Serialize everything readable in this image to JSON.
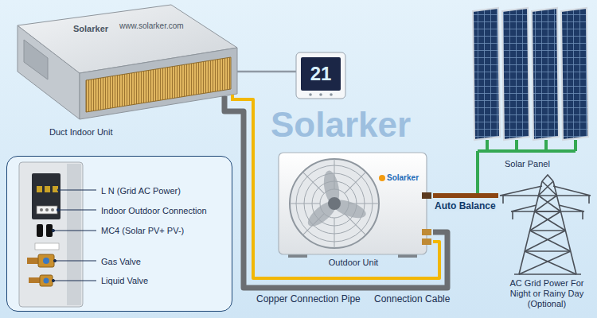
{
  "diagram": {
    "nodes": [
      {
        "text": [
          "Duct Indoor Unit"
        ]
      },
      {
        "text": [
          "21"
        ]
      },
      {
        "text": [
          "Solar Panel"
        ]
      },
      {
        "text": [
          "L N (Grid AC Power)",
          "Indoor Outdoor Connection",
          "MC4 (Solar PV+ PV-)",
          "Gas Valve",
          "Liquid Valve"
        ]
      },
      {
        "text": [
          "Outdoor Unit"
        ]
      },
      {
        "text": [
          "AC Grid Power For Night or Rainy Day (Optional)"
        ]
      }
    ],
    "edges": [
      {
        "from": 0,
        "to": 1,
        "arrow": "none"
      },
      {
        "from": 0,
        "to": 4,
        "label": "Copper Connection Pipe",
        "arrow": "none"
      },
      {
        "from": 0,
        "to": 4,
        "label": "Connection Cable",
        "arrow": "none"
      },
      {
        "from": 2,
        "to": 4,
        "arrow": "none"
      },
      {
        "from": 5,
        "to": 4,
        "label": "Auto Balance",
        "arrow": "none"
      }
    ],
    "labels": [
      "Solarker",
      "www.solarker.com",
      "Solarker",
      "Solarker"
    ]
  }
}
